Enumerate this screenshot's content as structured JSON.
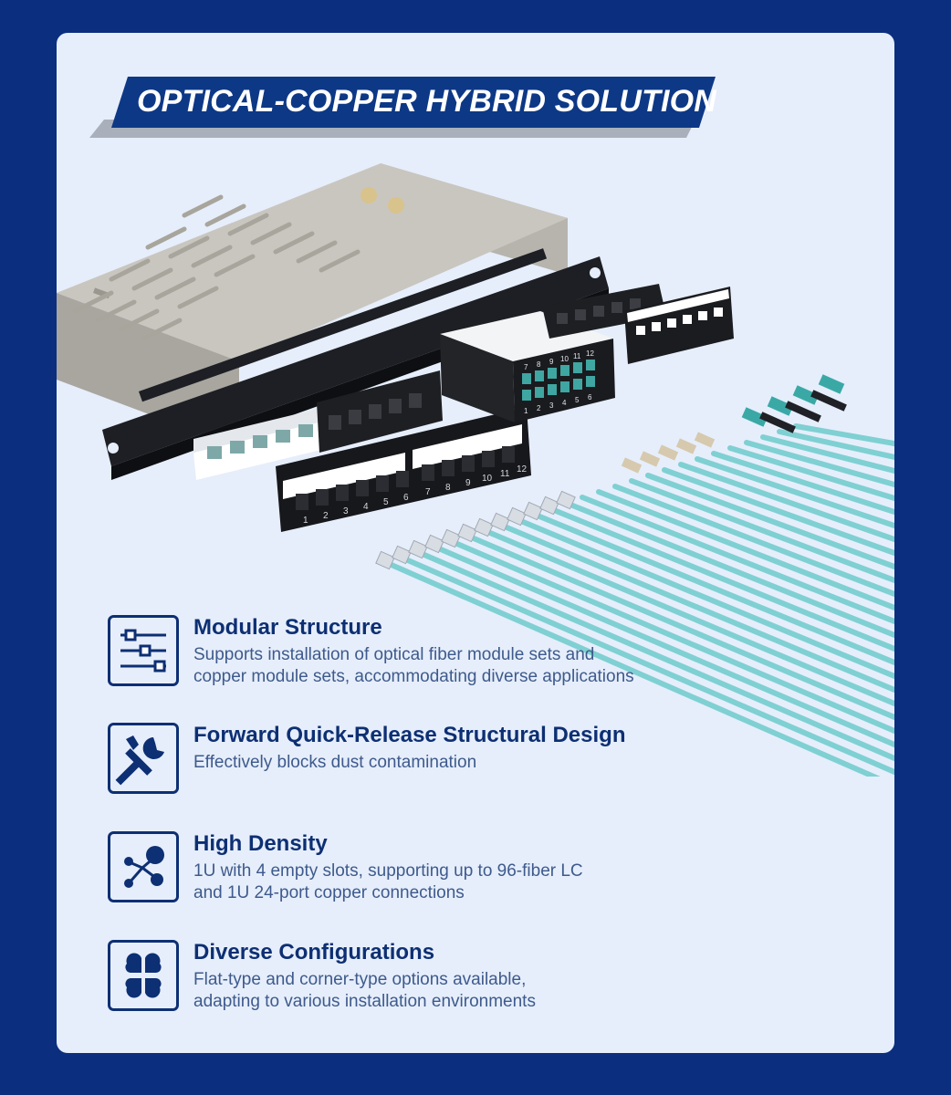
{
  "banner": {
    "title": "OPTICAL-COPPER HYBRID SOLUTION"
  },
  "panel": {
    "copper_port_numbers": [
      "1",
      "2",
      "3",
      "4",
      "5",
      "6",
      "7",
      "8",
      "9",
      "10",
      "11",
      "12"
    ],
    "fiber_port_numbers": [
      "1",
      "2",
      "3",
      "4",
      "5",
      "6",
      "7",
      "8",
      "9",
      "10",
      "11",
      "12"
    ]
  },
  "features": [
    {
      "icon": "sliders-icon",
      "title": "Modular Structure",
      "desc_lines": [
        "Supports installation of optical fiber module sets and",
        "copper module sets, accommodating diverse applications"
      ]
    },
    {
      "icon": "tools-icon",
      "title": "Forward Quick-Release Structural Design",
      "desc_lines": [
        "Effectively blocks dust contamination"
      ]
    },
    {
      "icon": "network-icon",
      "title": "High Density",
      "desc_lines": [
        "1U with 4 empty slots, supporting up to 96-fiber LC",
        "and 1U 24-port copper connections"
      ]
    },
    {
      "icon": "grid-icon",
      "title": "Diverse Configurations",
      "desc_lines": [
        "Flat-type and corner-type options available,",
        "adapting to various installation environments"
      ]
    }
  ],
  "colors": {
    "background": "#0b2f7e",
    "card": "#e6eefb",
    "banner": "#0d3886",
    "title_text": "#0d2f73",
    "desc_text": "#3e5a8c",
    "fiber": "#7fd0d2"
  }
}
